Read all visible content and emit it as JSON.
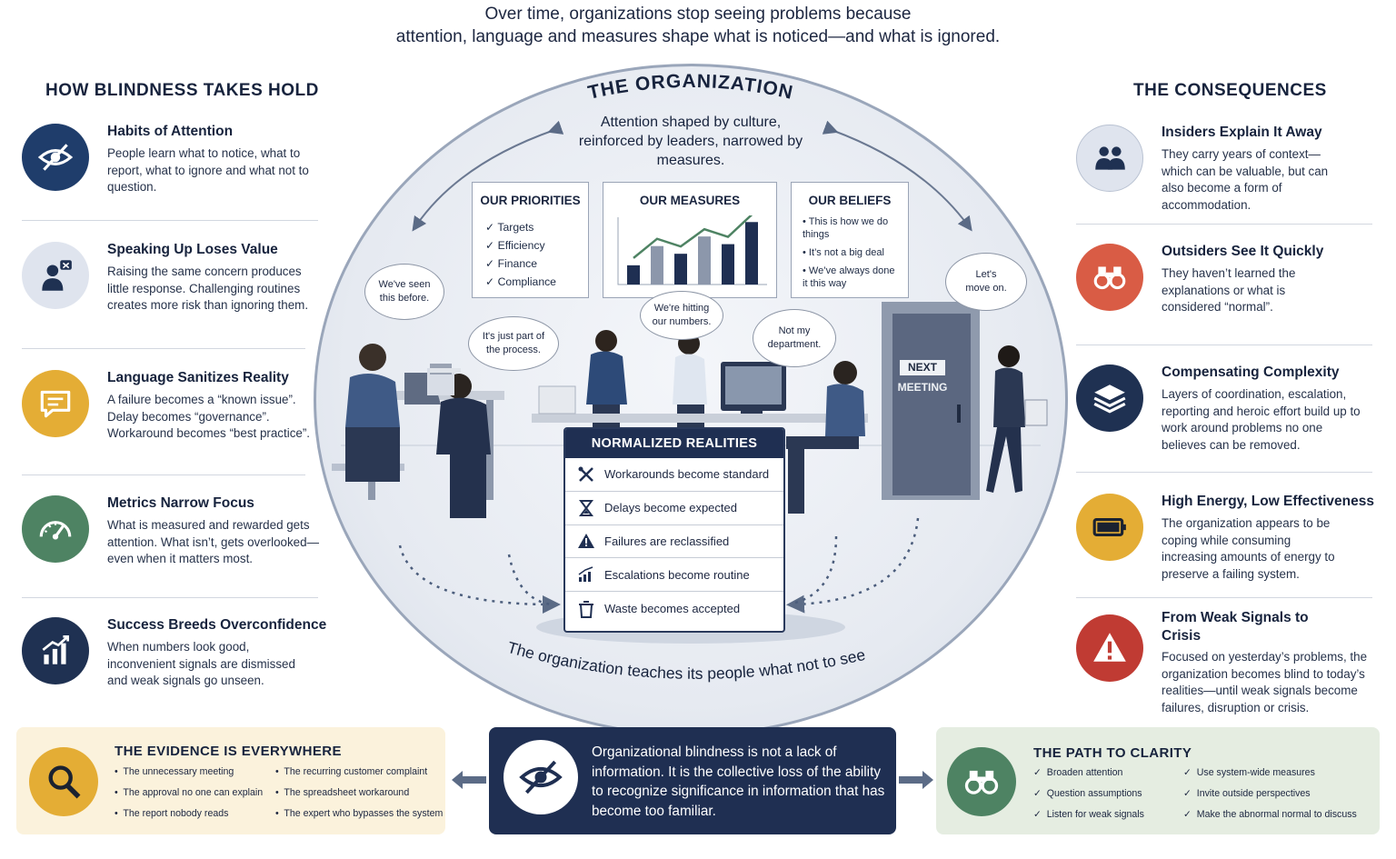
{
  "intro": {
    "line1": "Over time, organizations stop seeing problems because",
    "line2": "attention, language and measures shape what is noticed—and what is ignored."
  },
  "left": {
    "title": "HOW BLINDNESS TAKES HOLD",
    "items": [
      {
        "title": "Habits of Attention",
        "text": "People learn what to notice, what to report, what to ignore and what not to question.",
        "icon": "eye-slash-icon",
        "color": "#1f3d6b"
      },
      {
        "title": "Speaking Up Loses Value",
        "text": "Raising the same concern produces little response. Challenging routines creates more risk than ignoring them.",
        "icon": "muted-person-icon",
        "color": "#dfe4ee"
      },
      {
        "title": "Language Sanitizes Reality",
        "text": "A failure becomes a “known issue”. Delay becomes “governance”. Workaround becomes “best practice”.",
        "icon": "speech-bubble-icon",
        "color": "#e4ad35"
      },
      {
        "title": "Metrics Narrow Focus",
        "text": "What is measured and rewarded gets attention. What isn’t, gets overlooked—even when it matters most.",
        "icon": "gauge-icon",
        "color": "#4e8363"
      },
      {
        "title": "Success Breeds Overconfidence",
        "text": "When numbers look good, inconvenient signals are dismissed and weak signals go unseen.",
        "icon": "rising-chart-icon",
        "color": "#1f3152"
      }
    ]
  },
  "right": {
    "title": "THE CONSEQUENCES",
    "items": [
      {
        "title": "Insiders Explain It Away",
        "text": "They carry years of context—which can be valuable, but can also become a form of accommodation.",
        "icon": "people-icon",
        "color": "#dfe4ee"
      },
      {
        "title": "Outsiders See It Quickly",
        "text": "They haven’t learned the explanations or what is considered “normal”.",
        "icon": "binoculars-icon",
        "color": "#d95c45"
      },
      {
        "title": "Compensating Complexity",
        "text": "Layers of coordination, escalation, reporting and heroic effort build up to work around problems no one believes can be removed.",
        "icon": "layers-icon",
        "color": "#1f3152"
      },
      {
        "title": "High Energy, Low Effectiveness",
        "text": "The organization appears to be coping while consuming increasing amounts of energy to preserve a failing system.",
        "icon": "battery-icon",
        "color": "#e4ad35"
      },
      {
        "title": "From Weak Signals to Crisis",
        "text": "Focused on yesterday’s problems, the organization becomes blind to today’s realities—until weak signals become failures, disruption or crisis.",
        "icon": "warning-icon",
        "color": "#c03b33"
      }
    ]
  },
  "center": {
    "title": "THE ORGANIZATION",
    "subtitle": "Attention shaped by culture, reinforced by leaders, narrowed by measures.",
    "priorities": {
      "title": "OUR PRIORITIES",
      "items": [
        "Targets",
        "Efficiency",
        "Finance",
        "Compliance"
      ]
    },
    "measures": {
      "title": "OUR MEASURES",
      "bars": [
        2,
        4,
        3.2,
        5,
        4.2,
        6.5
      ]
    },
    "beliefs": {
      "title": "OUR BELIEFS",
      "items": [
        "This is how we do things",
        "It’s not a big deal",
        "We’ve always done it this way"
      ]
    },
    "bubbles": {
      "b1": "We've seen this before.",
      "b2": "It's just part of the process.",
      "b3": "We're hitting our numbers.",
      "b4": "Not my department.",
      "b5": "Let's move on."
    },
    "door": {
      "line1": "NEXT",
      "line2": "MEETING"
    },
    "normalized": {
      "title": "NORMALIZED REALITIES",
      "rows": [
        {
          "label": "Workarounds become standard",
          "icon": "tools-icon"
        },
        {
          "label": "Delays become expected",
          "icon": "hourglass-icon"
        },
        {
          "label": "Failures are reclassified",
          "icon": "warning-icon"
        },
        {
          "label": "Escalations become routine",
          "icon": "escalation-chart-icon"
        },
        {
          "label": "Waste becomes accepted",
          "icon": "trash-icon"
        }
      ]
    },
    "caption": "The organization teaches its people what not to see."
  },
  "evidence": {
    "title": "THE EVIDENCE IS EVERYWHERE",
    "col1": [
      "The unnecessary meeting",
      "The approval no one can explain",
      "The report nobody reads"
    ],
    "col2": [
      "The recurring customer complaint",
      "The spreadsheet workaround",
      "The expert who bypasses the system"
    ]
  },
  "definition": {
    "text": "Organizational blindness is not a lack of information. It is the collective loss of the ability to recognize significance in information that has become too familiar."
  },
  "clarity": {
    "title": "THE PATH TO CLARITY",
    "col1": [
      "Broaden attention",
      "Question assumptions",
      "Listen for weak signals"
    ],
    "col2": [
      "Use system-wide measures",
      "Invite outside perspectives",
      "Make the abnormal normal to discuss"
    ]
  },
  "colors": {
    "navy": "#1f2f52",
    "gold": "#e4ad35",
    "green": "#4e8363",
    "red": "#c03b33",
    "evidence_bg": "#fbf2dc",
    "clarity_bg": "#e5ede1"
  }
}
